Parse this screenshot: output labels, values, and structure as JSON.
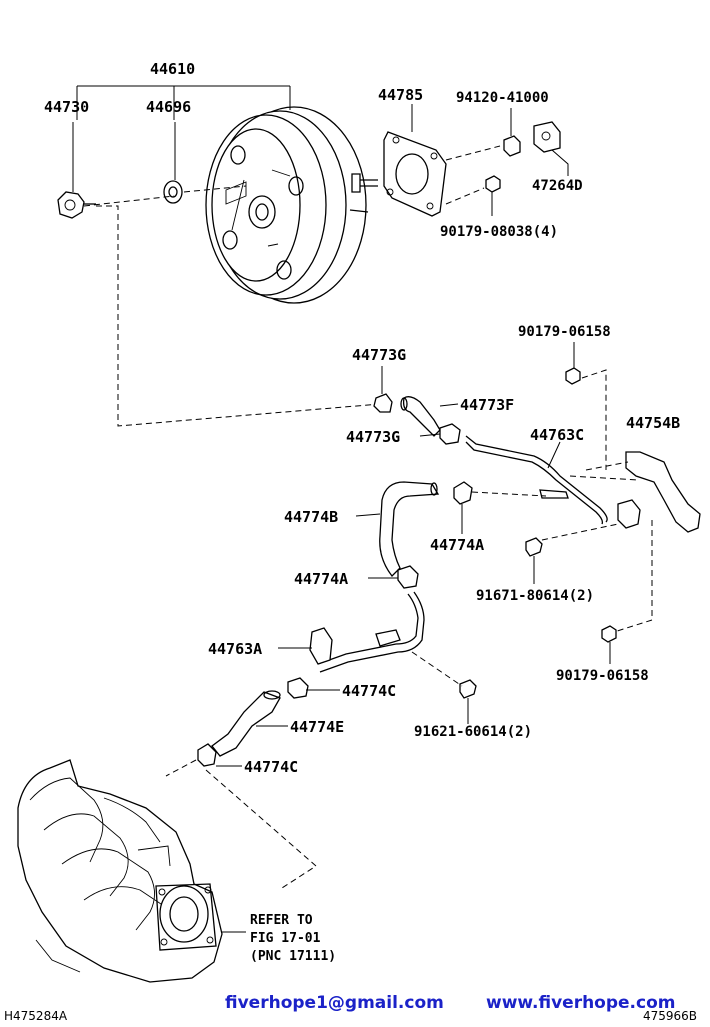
{
  "parts": {
    "p44610": "44610",
    "p44730": "44730",
    "p44696": "44696",
    "p44785": "44785",
    "p94120": "94120-41000",
    "p47264": "47264D",
    "p90179a": "90179-08038(4)",
    "p90179b": "90179-06158",
    "p44773g_top": "44773G",
    "p44773f": "44773F",
    "p44773g_bot": "44773G",
    "p44763c": "44763C",
    "p44754b": "44754B",
    "p44774b": "44774B",
    "p44774a_right": "44774A",
    "p44774a_left": "44774A",
    "p91671": "91671-80614(2)",
    "p44763a": "44763A",
    "p44774c_top": "44774C",
    "p90179c": "90179-06158",
    "p44774e": "44774E",
    "p91621": "91621-60614(2)",
    "p44774c_bot": "44774C"
  },
  "reference": {
    "line1": "REFER TO",
    "line2": "FIG 17-01",
    "line3": "(PNC 17111)"
  },
  "footer": {
    "left_code": "H475284A",
    "email": "fiverhope1@gmail.com",
    "website": "www.fiverhope.com",
    "right_code": "475966B",
    "link_color": "#1b22c8"
  }
}
